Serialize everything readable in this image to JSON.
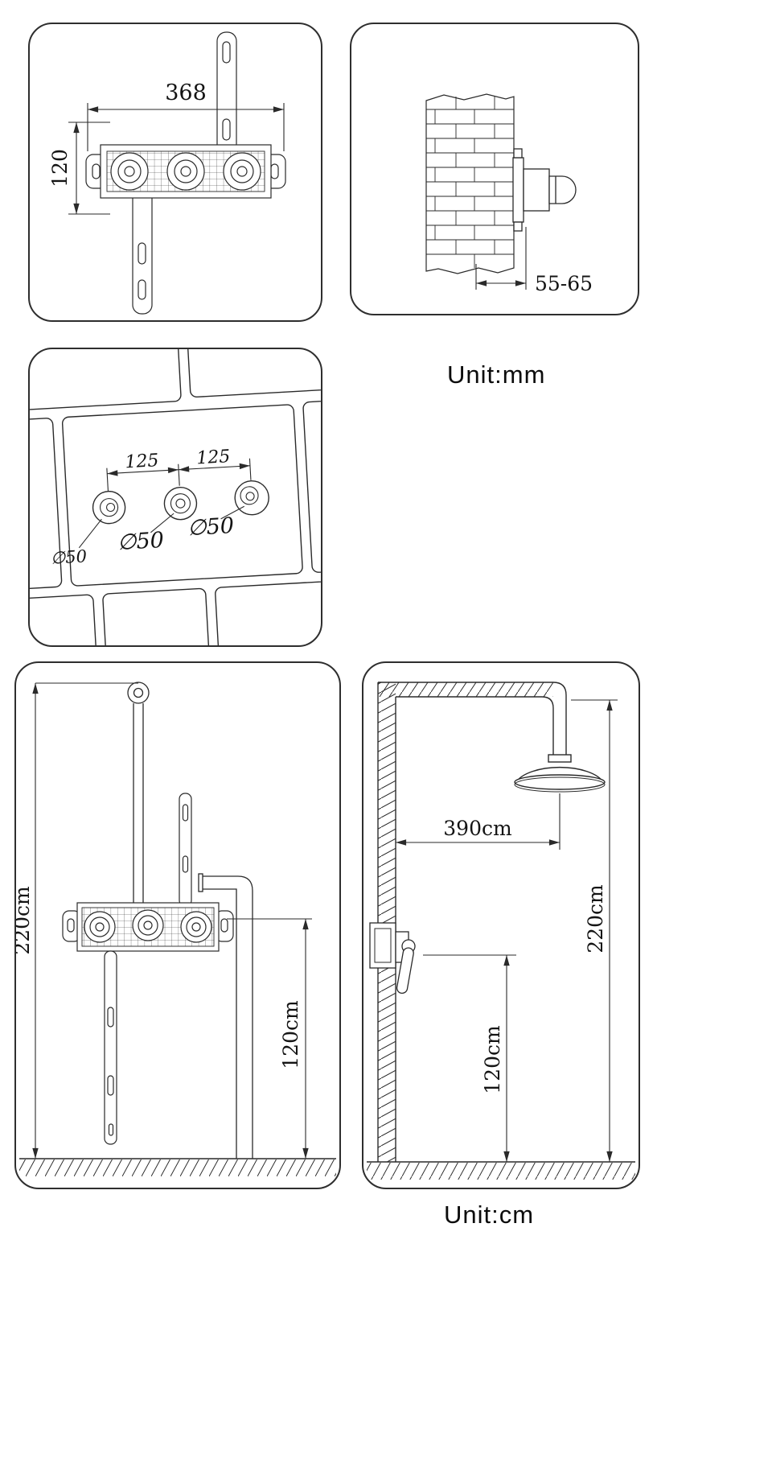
{
  "palette": {
    "ink": "#2a2a2a",
    "paper": "#ffffff"
  },
  "unit_labels": {
    "top": "Unit:mm",
    "bottom": "Unit:cm"
  },
  "rough_valve_front": {
    "width": "368",
    "height": "120"
  },
  "wall_cross_section": {
    "embed_depth": "55-65"
  },
  "tile_cutouts": {
    "spacing_left": "125",
    "spacing_right": "125",
    "holes": [
      "∅50",
      "∅50",
      "∅50"
    ]
  },
  "installation_front": {
    "overall_height": "220cm",
    "valve_height": "120cm"
  },
  "installation_side": {
    "head_projection": "390cm",
    "overall_height": "220cm",
    "valve_height": "120cm"
  }
}
